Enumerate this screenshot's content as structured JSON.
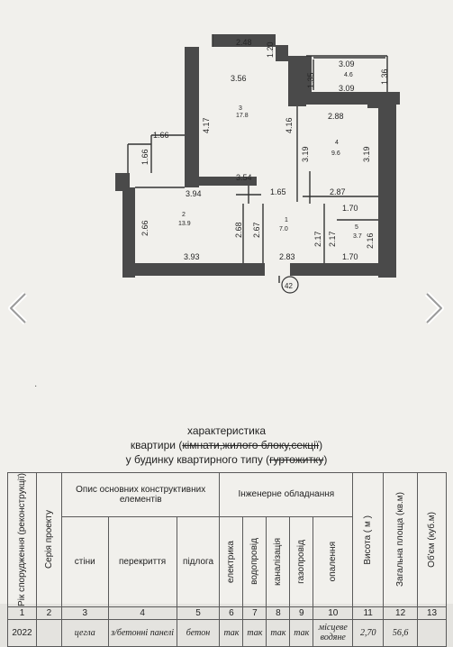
{
  "floor_plan": {
    "dimensions": [
      "2.48",
      "1.20",
      "3.09",
      "4.6",
      "3.09",
      "1.36",
      "1.35",
      "3.56",
      "17.8",
      "3",
      "4.17",
      "4.16",
      "2.88",
      "1.66",
      "1.66",
      "4",
      "9.6",
      "3.19",
      "3.19",
      "3.54",
      "3.94",
      "1.65",
      "2.87",
      "2",
      "13.9",
      "2.66",
      "2.68",
      "2.67",
      "1",
      "7.0",
      "1.70",
      "5",
      "3.7",
      "2.17",
      "2.17",
      "2.16",
      "3.93",
      "2.83",
      "1.70",
      "42"
    ]
  },
  "nav": {
    "prev": "‹",
    "next": "›"
  },
  "heading": {
    "line1": "характеристика",
    "line2_prefix": "квартири (",
    "line2_struck": "кімнати,жилого блоку,секції",
    "line2_suffix": ")",
    "line3_prefix": "у будинку квартирного типу (",
    "line3_struck": "гуртожитку",
    "line3_suffix": ")"
  },
  "table": {
    "h_year": "Рік спорудження (реконструкції)",
    "h_series": "Серія проекту",
    "h_elements": "Опис основних конструктивних елементів",
    "h_engineering": "Інженерне обладнання",
    "h_height": "Висота ( м )",
    "h_area": "Загальна площа (кв.м)",
    "h_volume": "Об'єм (куб.м)",
    "h_walls": "стіни",
    "h_ceilings": "перекриття",
    "h_floors": "підлога",
    "h_electric": "електрика",
    "h_water": "водопровід",
    "h_sewer": "каналізація",
    "h_gas": "газопровід",
    "h_heating": "опалення",
    "h_extra": "",
    "nums": [
      "1",
      "2",
      "3",
      "4",
      "5",
      "6",
      "7",
      "8",
      "9",
      "10",
      "11",
      "12",
      "13"
    ],
    "values": {
      "year": "2022",
      "series": "",
      "walls": "цегла",
      "ceilings": "з/бетонні панелі",
      "floors": "бетон",
      "electric": "так",
      "water": "так",
      "sewer": "так",
      "gas": "так",
      "heating": "місцеве водяне",
      "height": "2,70",
      "area": "56,6",
      "volume": ""
    }
  }
}
